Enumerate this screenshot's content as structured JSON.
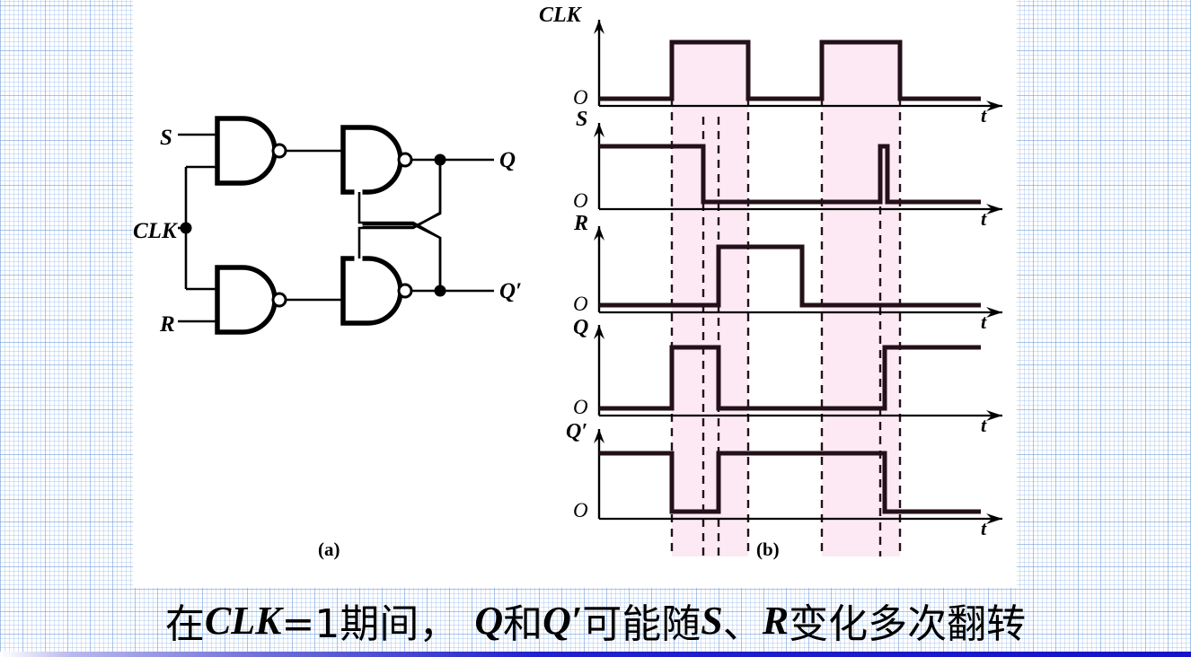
{
  "slide": {
    "caption_parts": {
      "p1": "在",
      "p2": "CLK",
      "p3": " =1期间，",
      "p4": "Q",
      "p5": "和",
      "p6": "Q′",
      "p7": "可能随",
      "p8": "S",
      "p9": "、",
      "p10": "R",
      "p11": "变化多次翻转"
    },
    "caption_full": "在CLK =1期间， Q和Q′可能随S、R变化多次翻转"
  },
  "figure_labels": {
    "a": "(a)",
    "b": "(b)"
  },
  "circuit": {
    "title": "(a)",
    "inputs": [
      {
        "name": "S",
        "label": "S"
      },
      {
        "name": "CLK",
        "label": "CLK"
      },
      {
        "name": "R",
        "label": "R"
      }
    ],
    "outputs": [
      {
        "name": "Q",
        "label": "Q"
      },
      {
        "name": "Qprime",
        "label": "Q′"
      }
    ],
    "gates": [
      {
        "id": "nand1",
        "type": "NAND",
        "role": "S-input gate"
      },
      {
        "id": "nand2",
        "type": "NAND",
        "role": "R-input gate"
      },
      {
        "id": "nand3",
        "type": "NAND",
        "role": "Q latch gate"
      },
      {
        "id": "nand4",
        "type": "NAND",
        "role": "Q' latch gate"
      }
    ]
  },
  "colors": {
    "ink": "#231018",
    "trace": "#2b1620",
    "shade": "#fce9f3",
    "shade_border": "#e8bfd6",
    "axis": "#000000",
    "grid_blue": "#6e9bdc",
    "bottom_bar": "#1414c8"
  },
  "chart_data": {
    "type": "line",
    "title": "(b)",
    "xlabel": "t",
    "ylabel": "",
    "grid": false,
    "legend_position": "left-axis-labels",
    "x_axis_label": "t",
    "origin_label": "O",
    "time_markers": [
      748,
      783,
      800,
      833,
      915,
      1002
    ],
    "shaded_intervals": [
      [
        748,
        833
      ],
      [
        915,
        1002
      ]
    ],
    "shaded_meaning": "CLK = 1 (high) intervals",
    "traces": [
      {
        "name": "CLK",
        "label": "CLK",
        "baseline_label": "O",
        "axis_label": "t",
        "levels": [
          {
            "t": 655,
            "v": 0
          },
          {
            "t": 748,
            "v": 0
          },
          {
            "t": 748,
            "v": 1
          },
          {
            "t": 833,
            "v": 1
          },
          {
            "t": 833,
            "v": 0
          },
          {
            "t": 915,
            "v": 0
          },
          {
            "t": 915,
            "v": 1
          },
          {
            "t": 1002,
            "v": 1
          },
          {
            "t": 1002,
            "v": 0
          },
          {
            "t": 1090,
            "v": 0
          }
        ]
      },
      {
        "name": "S",
        "label": "S",
        "baseline_label": "O",
        "axis_label": "t",
        "levels": [
          {
            "t": 655,
            "v": 1
          },
          {
            "t": 783,
            "v": 1
          },
          {
            "t": 783,
            "v": 0
          },
          {
            "t": 980,
            "v": 0
          },
          {
            "t": 980,
            "v": 1
          },
          {
            "t": 988,
            "v": 1
          },
          {
            "t": 988,
            "v": 0
          },
          {
            "t": 1090,
            "v": 0
          }
        ]
      },
      {
        "name": "R",
        "label": "R",
        "baseline_label": "O",
        "axis_label": "t",
        "levels": [
          {
            "t": 655,
            "v": 0
          },
          {
            "t": 800,
            "v": 0
          },
          {
            "t": 800,
            "v": 1
          },
          {
            "t": 893,
            "v": 1
          },
          {
            "t": 893,
            "v": 0
          },
          {
            "t": 1090,
            "v": 0
          }
        ]
      },
      {
        "name": "Q",
        "label": "Q",
        "baseline_label": "O",
        "axis_label": "t",
        "levels": [
          {
            "t": 655,
            "v": 0
          },
          {
            "t": 748,
            "v": 0
          },
          {
            "t": 748,
            "v": 1
          },
          {
            "t": 800,
            "v": 1
          },
          {
            "t": 800,
            "v": 0
          },
          {
            "t": 985,
            "v": 0
          },
          {
            "t": 985,
            "v": 1
          },
          {
            "t": 1090,
            "v": 1
          }
        ]
      },
      {
        "name": "Qprime",
        "label": "Q′",
        "baseline_label": "O",
        "axis_label": "t",
        "levels": [
          {
            "t": 655,
            "v": 1
          },
          {
            "t": 748,
            "v": 1
          },
          {
            "t": 748,
            "v": 0
          },
          {
            "t": 800,
            "v": 0
          },
          {
            "t": 800,
            "v": 1
          },
          {
            "t": 985,
            "v": 1
          },
          {
            "t": 985,
            "v": 0
          },
          {
            "t": 1090,
            "v": 0
          }
        ]
      }
    ]
  }
}
